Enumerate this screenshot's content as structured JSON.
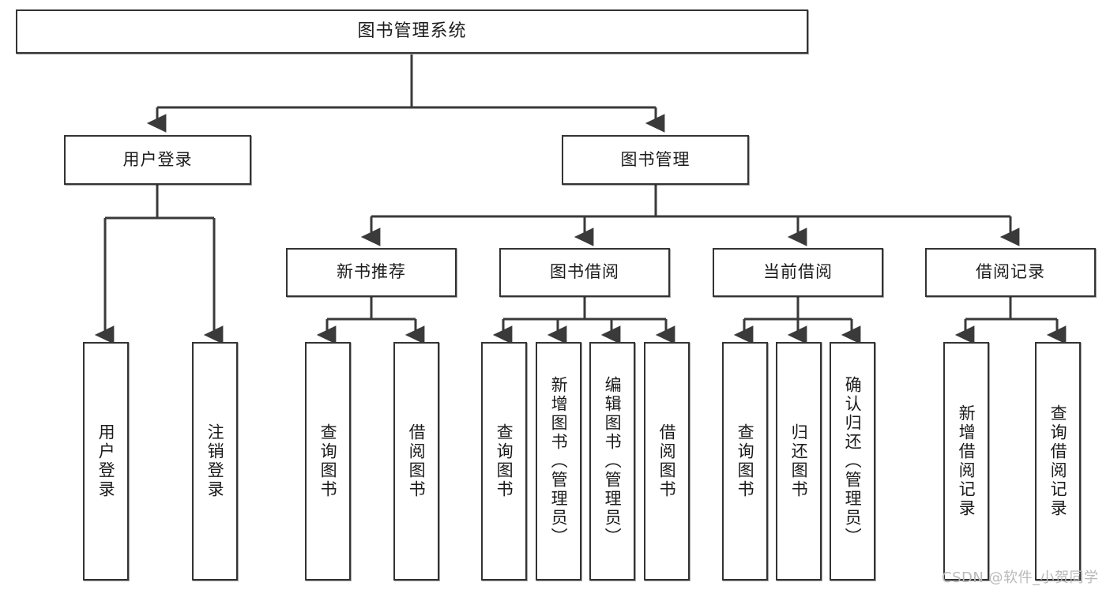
{
  "diagram": {
    "title": "图书管理系统",
    "type": "tree-hierarchy-diagram",
    "watermark": "CSDN @软件_小贺同学",
    "colors": {
      "box_border": "#333333",
      "box_fill": "#ffffff",
      "connector": "#3a3a3a",
      "text": "#1b1b1b",
      "watermark": "#b9b9b9"
    },
    "root": {
      "label": "图书管理系统"
    },
    "level1": [
      {
        "label": "用户登录"
      },
      {
        "label": "图书管理"
      }
    ],
    "level2": [
      {
        "label": "新书推荐"
      },
      {
        "label": "图书借阅"
      },
      {
        "label": "当前借阅"
      },
      {
        "label": "借阅记录"
      }
    ],
    "leaves": {
      "user_login": [
        {
          "label": "用户登录"
        },
        {
          "label": "注销登录"
        }
      ],
      "new_book_recommend": [
        {
          "label": "查询图书"
        },
        {
          "label": "借阅图书"
        }
      ],
      "book_borrow": [
        {
          "label": "查询图书"
        },
        {
          "label": "新增图书（管理员）"
        },
        {
          "label": "编辑图书（管理员）"
        },
        {
          "label": "借阅图书"
        }
      ],
      "current_borrow": [
        {
          "label": "查询图书"
        },
        {
          "label": "归还图书"
        },
        {
          "label": "确认归还（管理员）"
        }
      ],
      "borrow_record": [
        {
          "label": "新增借阅记录"
        },
        {
          "label": "查询借阅记录"
        }
      ]
    }
  }
}
